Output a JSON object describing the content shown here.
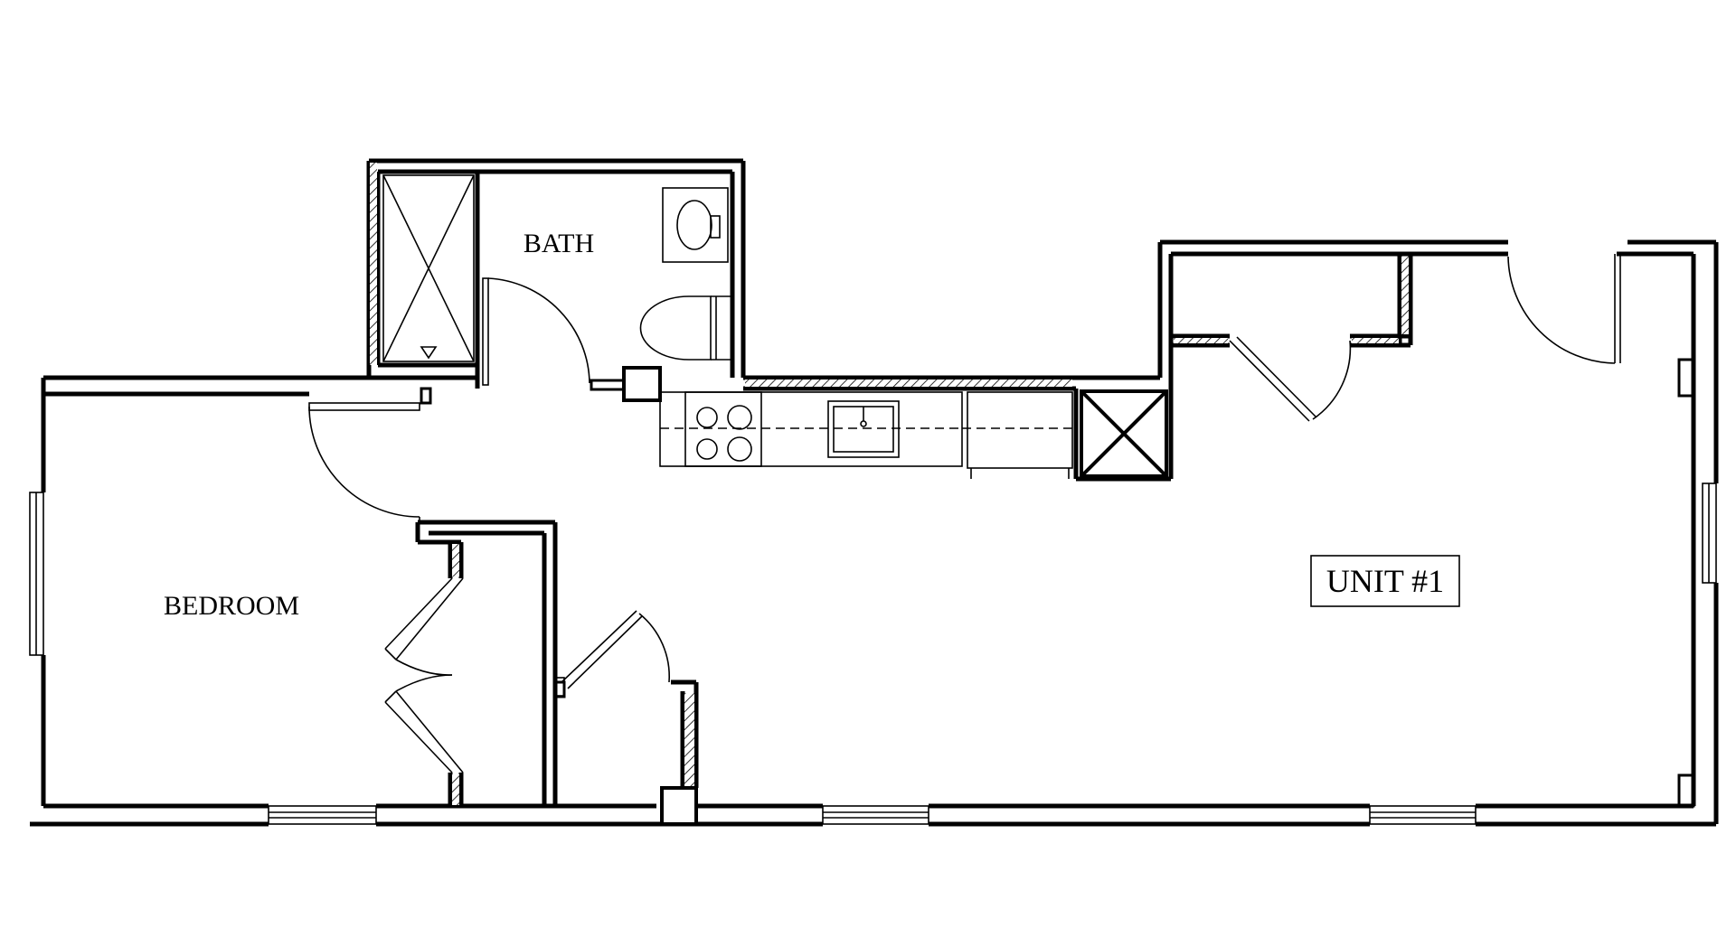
{
  "plan": {
    "rooms": {
      "bath": "BATH",
      "bedroom": "BEDROOM"
    },
    "unit": {
      "label": "UNIT #1"
    },
    "colors": {
      "ink": "#000000",
      "paper": "#ffffff"
    }
  }
}
